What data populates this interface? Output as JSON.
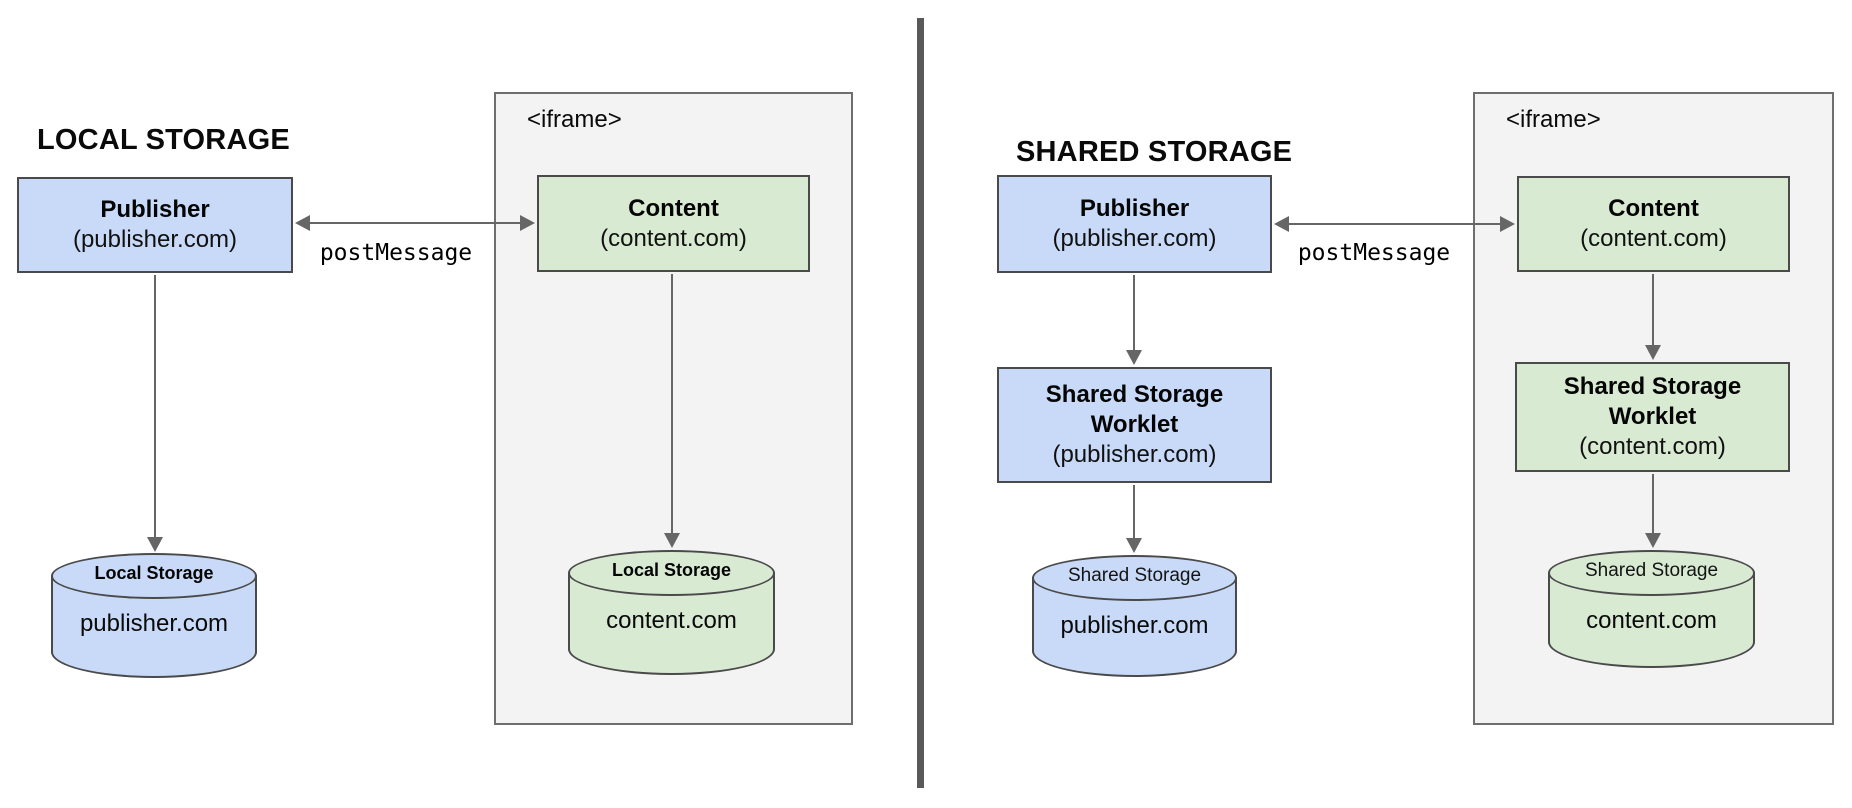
{
  "panels": [
    {
      "title": "LOCAL STORAGE",
      "publisher": {
        "name": "Publisher",
        "origin": "(publisher.com)"
      },
      "iframe_label": "<iframe>",
      "content": {
        "name": "Content",
        "origin": "(content.com)"
      },
      "message_label": "postMessage",
      "publisher_store": {
        "label": "Local Storage",
        "origin": "publisher.com"
      },
      "content_store": {
        "label": "Local Storage",
        "origin": "content.com"
      }
    },
    {
      "title": "SHARED STORAGE",
      "publisher": {
        "name": "Publisher",
        "origin": "(publisher.com)"
      },
      "iframe_label": "<iframe>",
      "content": {
        "name": "Content",
        "origin": "(content.com)"
      },
      "message_label": "postMessage",
      "publisher_worklet": {
        "line1": "Shared Storage",
        "line2": "Worklet",
        "origin": "(publisher.com)"
      },
      "content_worklet": {
        "line1": "Shared Storage",
        "line2": "Worklet",
        "origin": "(content.com)"
      },
      "publisher_store": {
        "label": "Shared Storage",
        "origin": "publisher.com"
      },
      "content_store": {
        "label": "Shared Storage",
        "origin": "content.com"
      }
    }
  ],
  "colors": {
    "publisher_fill": "#c9daf8",
    "content_fill": "#d9ead3",
    "iframe_fill": "#f3f3f3",
    "node_border": "#4a4a4a",
    "iframe_border": "#6e6e6e",
    "arrow": "#666666",
    "divider": "#595959",
    "text": "#000000"
  }
}
